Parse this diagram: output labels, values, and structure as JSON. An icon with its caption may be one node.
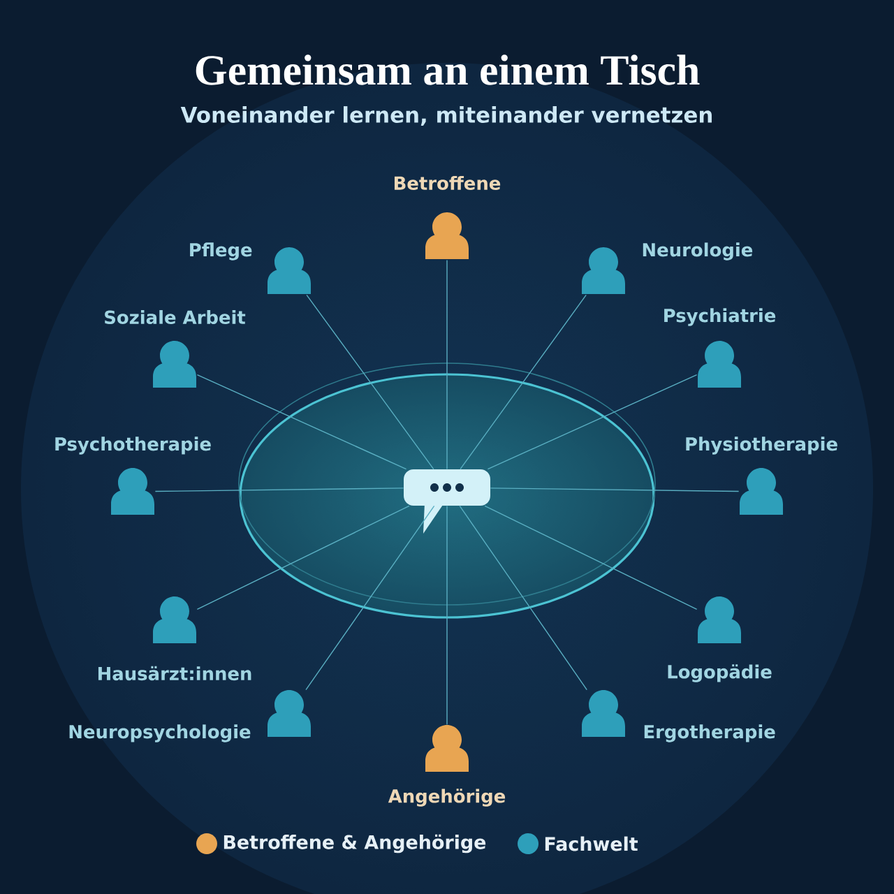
{
  "diagram": {
    "title": "Gemeinsam an einem Tisch",
    "nodes": [
      {
        "text": [
          "Betroffene"
        ]
      },
      {
        "text": [
          "Pflege"
        ]
      },
      {
        "text": [
          "Neurologie"
        ]
      },
      {
        "text": [
          "Soziale Arbeit"
        ]
      },
      {
        "text": [
          "Psychiatrie"
        ]
      },
      {
        "text": [
          "Psychotherapie"
        ]
      },
      {
        "text": [
          "Physiotherapie"
        ]
      },
      {
        "text": [],
        "shape": "picture"
      },
      {
        "text": [
          "Hausärzt:innen"
        ]
      },
      {
        "text": [
          "Logopädie"
        ]
      },
      {
        "text": [
          "Neuropsychologie"
        ]
      },
      {
        "text": [
          "Ergotherapie"
        ]
      },
      {
        "text": [
          "Angehörige"
        ]
      }
    ],
    "edges": [
      {
        "from": 7,
        "to": 0,
        "arrow": "none"
      },
      {
        "from": 7,
        "to": 1,
        "arrow": "none"
      },
      {
        "from": 7,
        "to": 2,
        "arrow": "none"
      },
      {
        "from": 7,
        "to": 3,
        "arrow": "none"
      },
      {
        "from": 7,
        "to": 4,
        "arrow": "none"
      },
      {
        "from": 7,
        "to": 5,
        "arrow": "none"
      },
      {
        "from": 7,
        "to": 6,
        "arrow": "none"
      },
      {
        "from": 7,
        "to": 8,
        "arrow": "none"
      },
      {
        "from": 7,
        "to": 9,
        "arrow": "none"
      },
      {
        "from": 7,
        "to": 10,
        "arrow": "none"
      },
      {
        "from": 7,
        "to": 11,
        "arrow": "none"
      },
      {
        "from": 7,
        "to": 12,
        "arrow": "none"
      }
    ],
    "labels": [
      "Voneinander lernen, miteinander vernetzen"
    ],
    "legend": [
      {
        "text": "Betroffene & Angehörige",
        "color": "#e8a552"
      },
      {
        "text": "Fachwelt",
        "color": "#2e9fba"
      }
    ]
  }
}
